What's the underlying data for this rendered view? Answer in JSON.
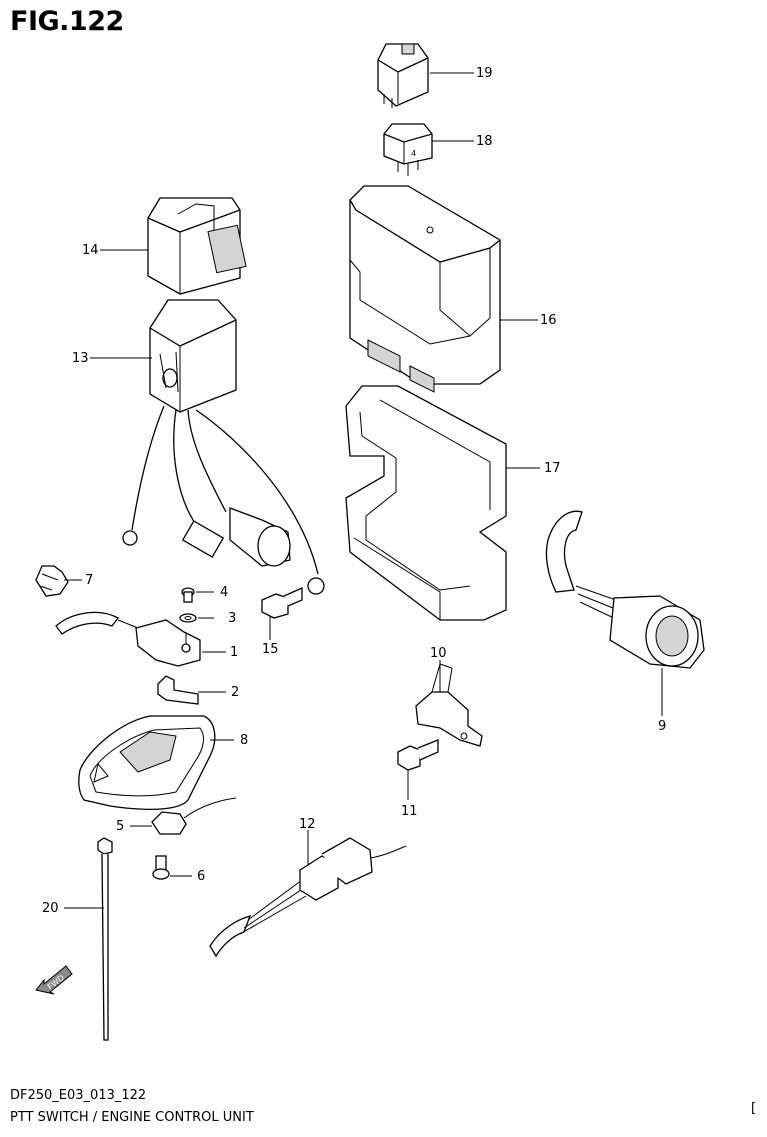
{
  "figure": {
    "title": "FIG.122",
    "model_code": "DF250_E03_013_122",
    "caption": "PTT SWITCH / ENGINE CONTROL UNIT",
    "edge_mark": "[",
    "fwd_label": "FWD"
  },
  "callouts": {
    "p1": "1",
    "p2": "2",
    "p3": "3",
    "p4": "4",
    "p5": "5",
    "p6": "6",
    "p7": "7",
    "p8": "8",
    "p9": "9",
    "p10": "10",
    "p11": "11",
    "p12": "12",
    "p13": "13",
    "p14": "14",
    "p15": "15",
    "p16": "16",
    "p17": "17",
    "p18": "18",
    "p19": "19",
    "p20": "20"
  }
}
